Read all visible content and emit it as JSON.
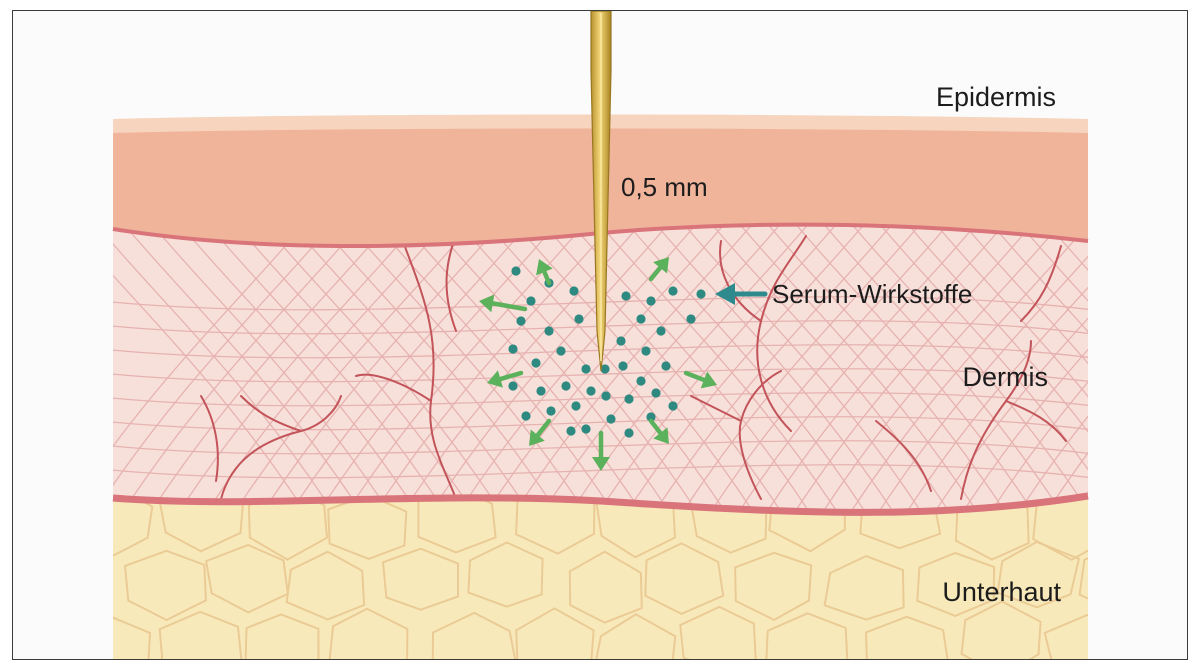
{
  "labels": {
    "epidermis": "Epidermis",
    "depth": "0,5 mm",
    "serum": "Serum-Wirkstoffe",
    "dermis": "Dermis",
    "subcutis": "Unterhaut"
  },
  "colors": {
    "epidermis_top": "#f6d4bd",
    "epidermis": "#f0b49a",
    "dermis": "#f8e0da",
    "dermis_border": "#d9747a",
    "fibers": "#e3aba9",
    "vessels": "#c2545a",
    "subcutis": "#f8e9bb",
    "fat_cells": "#ebcb95",
    "needle": "#d7b04a",
    "serum_dots": "#2e8a80",
    "arrows": "#5cb25c",
    "label_arrow": "#2e8a8c"
  },
  "icons": {
    "needle": "needle-icon",
    "pointer": "arrow-left-icon"
  }
}
